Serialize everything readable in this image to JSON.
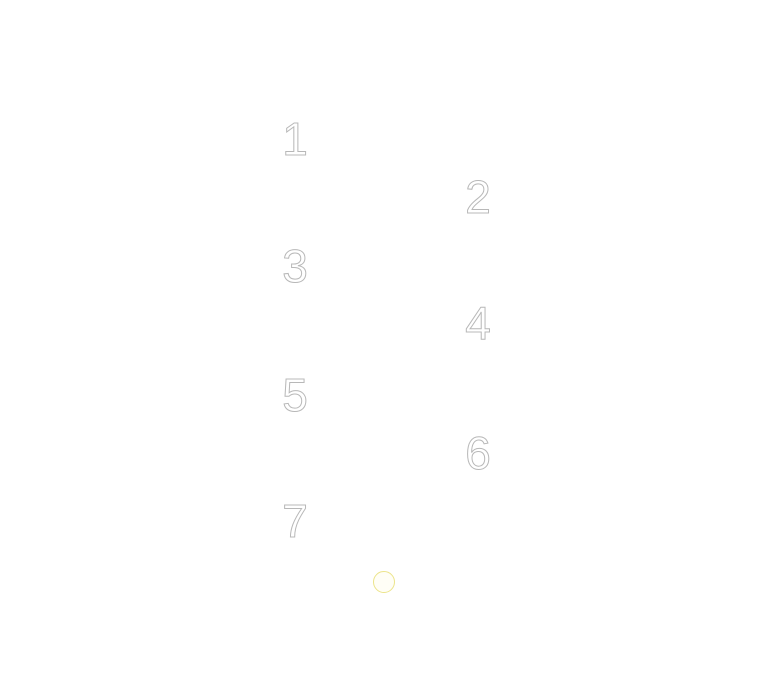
{
  "items": [
    {
      "number": "1"
    },
    {
      "number": "2"
    },
    {
      "number": "3"
    },
    {
      "number": "4"
    },
    {
      "number": "5"
    },
    {
      "number": "6"
    },
    {
      "number": "7"
    }
  ],
  "colors": {
    "background": "#ffffff",
    "number_outline": "#b8b8b8",
    "ghost_text": "#fbfbfb",
    "cursor_ring": "#ece48a"
  }
}
